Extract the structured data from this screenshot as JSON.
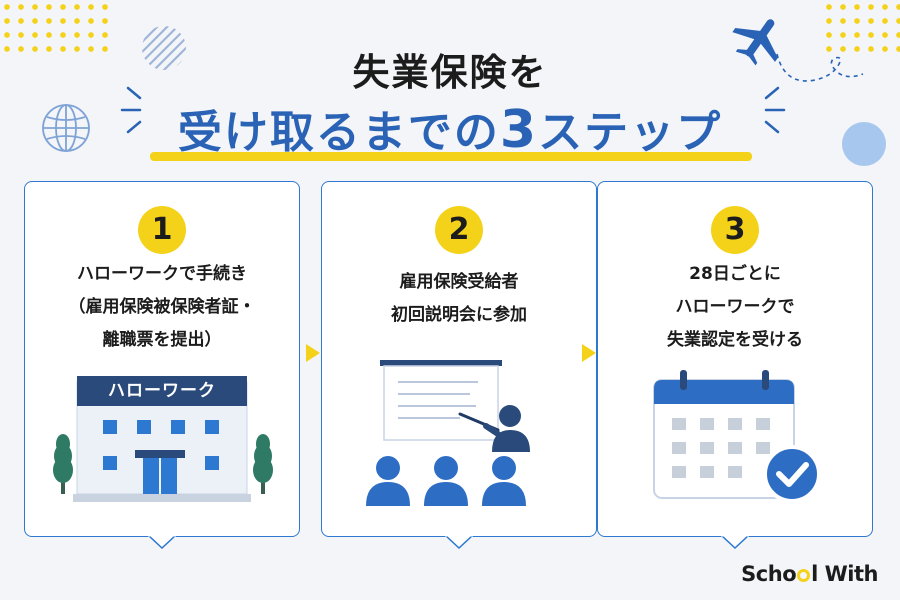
{
  "title": {
    "line1": "失業保険を",
    "line2_a": "受け取るまでの",
    "line2_num": "3",
    "line2_b": "ステップ"
  },
  "steps": [
    {
      "number": "1",
      "lines": [
        "ハローワークで手続き",
        "（雇用保険被保険者証・",
        "離職票を提出）"
      ],
      "sign": "ハローワーク"
    },
    {
      "number": "2",
      "lines": [
        "雇用保険受給者",
        "初回説明会に参加"
      ]
    },
    {
      "number": "3",
      "lines": [
        "28日ごとに",
        "ハローワークで",
        "失業認定を受ける"
      ]
    }
  ],
  "logo": {
    "part1": "Scho",
    "part2": "l",
    "part3": "With"
  },
  "colors": {
    "accent_yellow": "#f4d21a",
    "primary_blue": "#2a63b5",
    "card_border": "#2d78d0",
    "navy": "#2b4a7c"
  }
}
